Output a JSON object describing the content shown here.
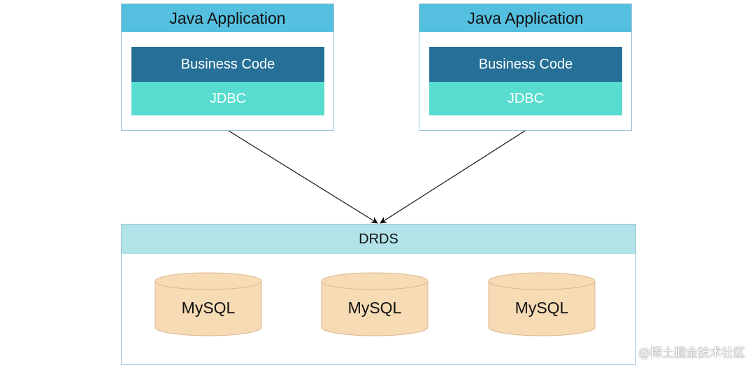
{
  "applications": [
    {
      "title": "Java Application",
      "business_label": "Business Code",
      "jdbc_label": "JDBC"
    },
    {
      "title": "Java Application",
      "business_label": "Business Code",
      "jdbc_label": "JDBC"
    }
  ],
  "drds": {
    "title": "DRDS",
    "databases": [
      {
        "label": "MySQL"
      },
      {
        "label": "MySQL"
      },
      {
        "label": "MySQL"
      }
    ]
  },
  "colors": {
    "header_blue": "#55bfdf",
    "business_blue": "#266f97",
    "jdbc_teal": "#57dccf",
    "drds_header": "#b1e3e8",
    "db_fill": "#f6dbb5",
    "db_stroke": "#d9b98d"
  },
  "watermark": "@稀土掘金技术社区"
}
